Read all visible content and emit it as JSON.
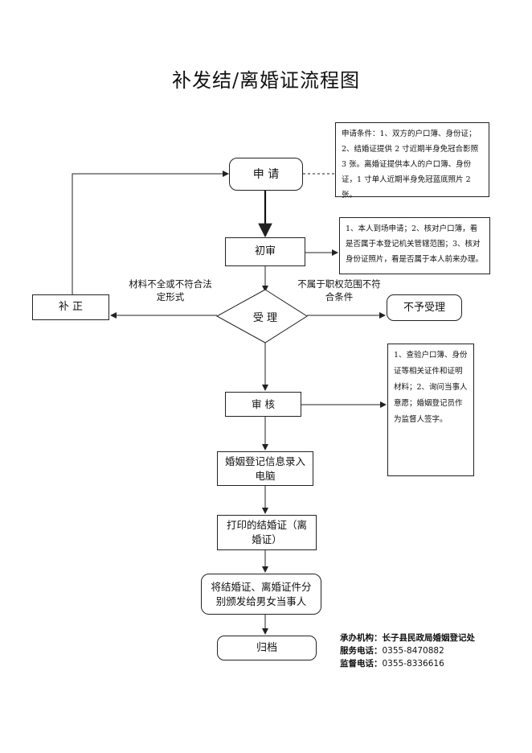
{
  "title": "补发结/离婚证流程图",
  "nodes": {
    "apply": "申 请",
    "first_review": "初审",
    "accept": "受 理",
    "correct": "补 正",
    "reject": "不予受理",
    "audit": "审 核",
    "entry": "婚姻登记信息录入电脑",
    "print": "打印的结婚证（离婚证）",
    "issue": "将结婚证、离婚证件分别颁发给男女当事人",
    "archive": "归档"
  },
  "notes": {
    "apply_conditions": "申请条件：1、双方的户口簿、身份证；2、结婚证提供 2 寸近期半身免冠合影照 3 张。离婚证提供本人的户口簿、身份证，1 寸单人近期半身免冠蓝底照片 2 张。",
    "first_review_detail": "1、本人到场申请；2、核对户口簿，看是否属于本登记机关管辖范围；3、核对身份证照片，看是否属于本人前来办理。",
    "audit_detail": "1、查验户口簿、身份证等相关证件和证明材料；2、询问当事人意愿；婚姻登记员作为监督人签字。"
  },
  "edge_labels": {
    "incomplete": "材料不全或不符合法定形式",
    "out_of_scope": "不属于职权范围不符合条件"
  },
  "footer": {
    "org_label": "承办机构：",
    "org_value": "长子县民政局婚姻登记处",
    "service_label": "服务电话：",
    "service_value": "0355-8470882",
    "supervise_label": "监督电话：",
    "supervise_value": "0355-8336616"
  }
}
